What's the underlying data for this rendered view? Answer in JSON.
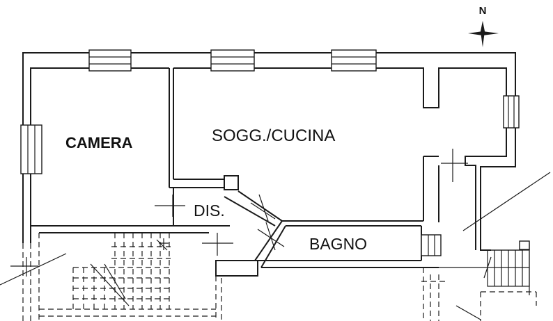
{
  "compass": {
    "label": "N"
  },
  "rooms": {
    "camera": "CAMERA",
    "soggiorno": "SOGG./CUCINA",
    "disimpegno": "DIS.",
    "bagno": "BAGNO"
  },
  "colors": {
    "line": "#1a1a1a",
    "camera_label": "#555555"
  }
}
